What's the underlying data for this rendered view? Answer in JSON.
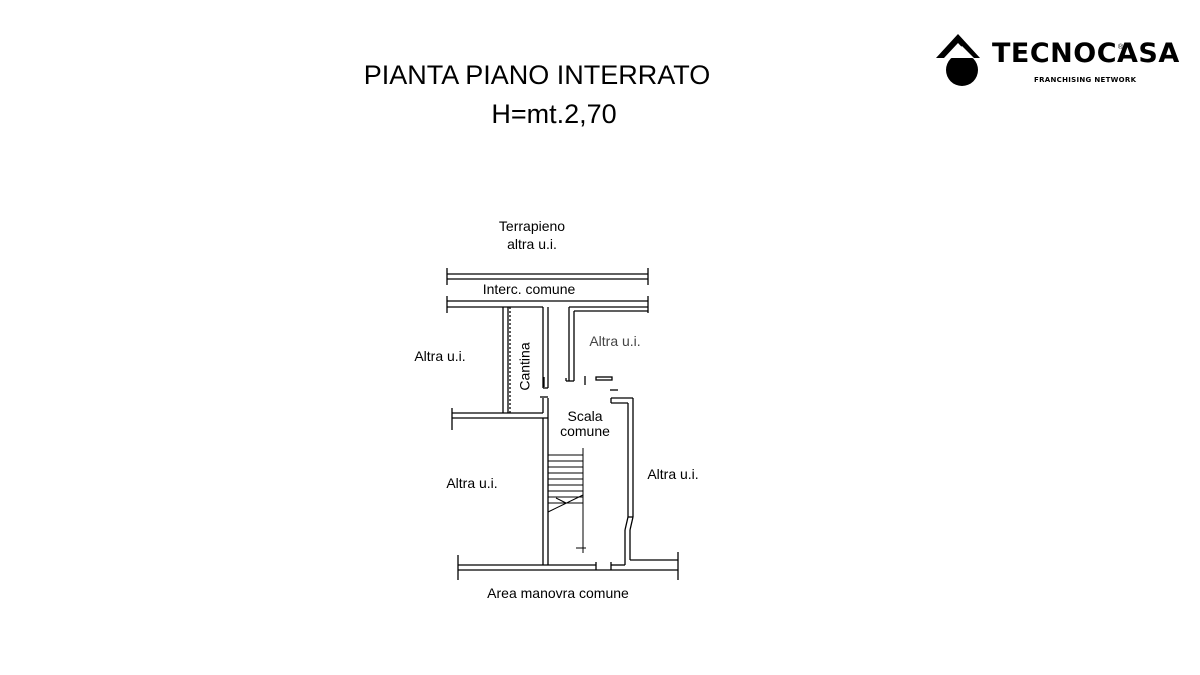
{
  "title": {
    "line1": "PIANTA PIANO INTERRATO",
    "line2": "H=mt.2,70"
  },
  "logo": {
    "name": "TECNOCASA",
    "registered": "®",
    "tagline": "FRANCHISING NETWORK",
    "icon": "house-icon"
  },
  "labels": {
    "terrapieno": "Terrapieno",
    "altra_ui_top": "altra u.i.",
    "interc_comune": "Interc. comune",
    "altra_ui_left_upper": "Altra u.i.",
    "cantina": "Cantina",
    "altra_ui_right_upper": "Altra u.i.",
    "scala": "Scala",
    "comune": "comune",
    "altra_ui_left_lower": "Altra u.i.",
    "altra_ui_right_lower": "Altra u.i.",
    "area_manovra": "Area manovra comune"
  }
}
